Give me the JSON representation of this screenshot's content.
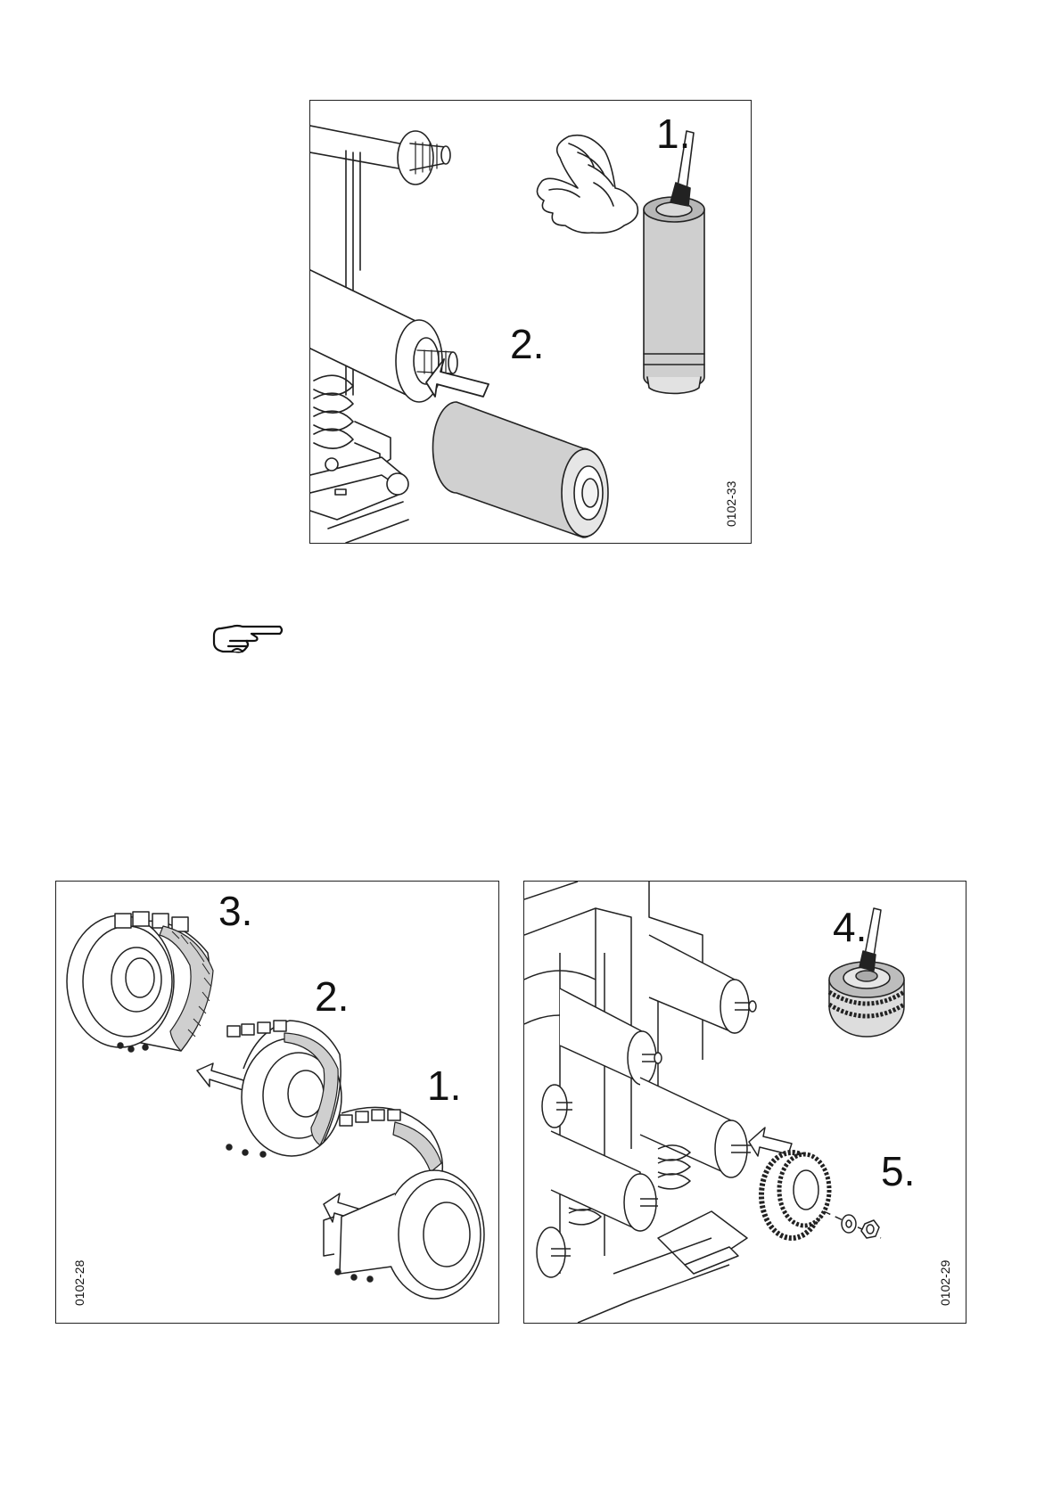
{
  "figures": {
    "top": {
      "code": "0102-33",
      "steps": [
        "1.",
        "2."
      ]
    },
    "left": {
      "code": "0102-28",
      "steps": [
        "3.",
        "2.",
        "1."
      ]
    },
    "right": {
      "code": "0102-29",
      "steps": [
        "4.",
        "5."
      ]
    }
  },
  "icons": {
    "hint": "pointing-hand-icon"
  }
}
